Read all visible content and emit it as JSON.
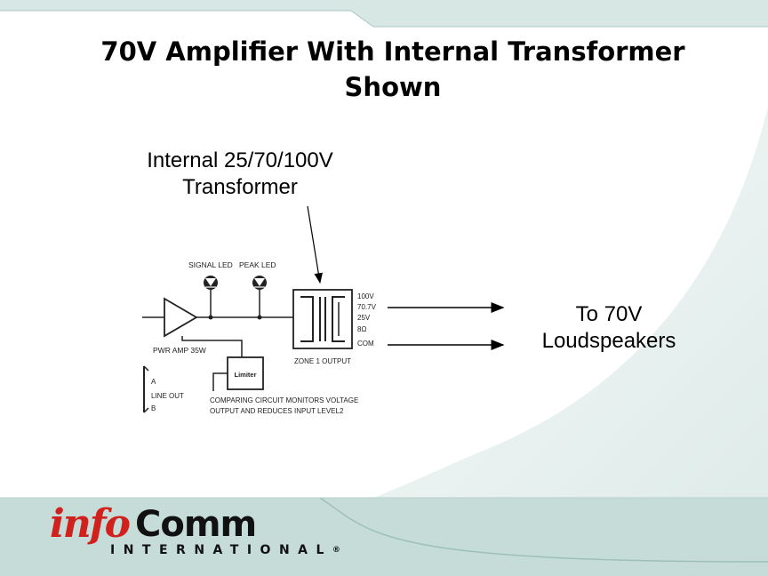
{
  "slide": {
    "title_line1": "70V Amplifier With Internal Transformer",
    "title_line2": "Shown"
  },
  "callouts": {
    "transformer_line1": "Internal 25/70/100V",
    "transformer_line2": "Transformer",
    "speakers_line1": "To 70V",
    "speakers_line2": "Loudspeakers"
  },
  "diagram": {
    "signal_led": "SIGNAL LED",
    "peak_led": "PEAK LED",
    "pwr_amp": "PWR AMP 35W",
    "limiter": "Limiter",
    "tap_100v": "100V",
    "tap_707v": "70.7V",
    "tap_25v": "25V",
    "tap_8ohm": "8Ω",
    "tap_com": "COM",
    "zone_output": "ZONE 1 OUTPUT",
    "line_out_a": "A",
    "line_out": "LINE OUT",
    "line_out_b": "B",
    "comparing_line1": "COMPARING CIRCUIT MONITORS VOLTAGE",
    "comparing_line2": "OUTPUT AND REDUCES INPUT LEVEL2"
  },
  "logo": {
    "info": "info",
    "comm": "Comm",
    "international": "INTERNATIONAL",
    "registered": "®"
  },
  "colors": {
    "logo_red": "#d0211c",
    "background_band": "#c5dcd8",
    "background_light": "#eef5f3"
  }
}
